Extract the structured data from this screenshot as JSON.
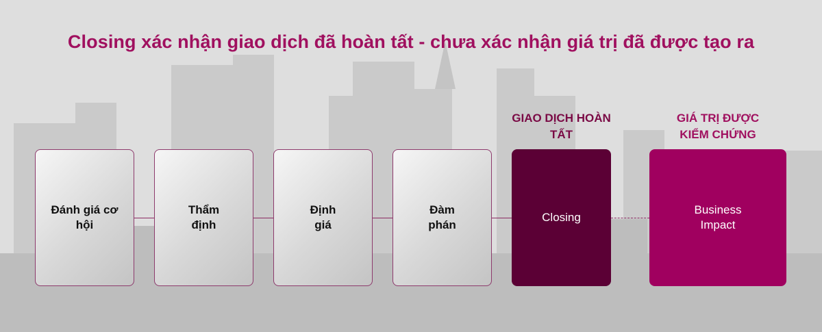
{
  "title": "Closing xác nhận giao dịch đã hoàn tất - chưa xác nhận giá trị đã được tạo ra",
  "headers": {
    "closing": "GIAO DỊCH HOÀN TẤT",
    "impact": "GIÁ TRỊ ĐƯỢC KIỂM CHỨNG"
  },
  "steps": [
    {
      "label": "Đánh giá cơ hội"
    },
    {
      "label": "Thẩm định"
    },
    {
      "label": "Định giá"
    },
    {
      "label": "Đàm phán"
    },
    {
      "label": "Closing"
    },
    {
      "label": "Business Impact"
    }
  ],
  "colors": {
    "accent": "#a0105f",
    "closing_fill": "#5b0035",
    "impact_fill": "#a0005f",
    "connector": "#8a2a62"
  }
}
